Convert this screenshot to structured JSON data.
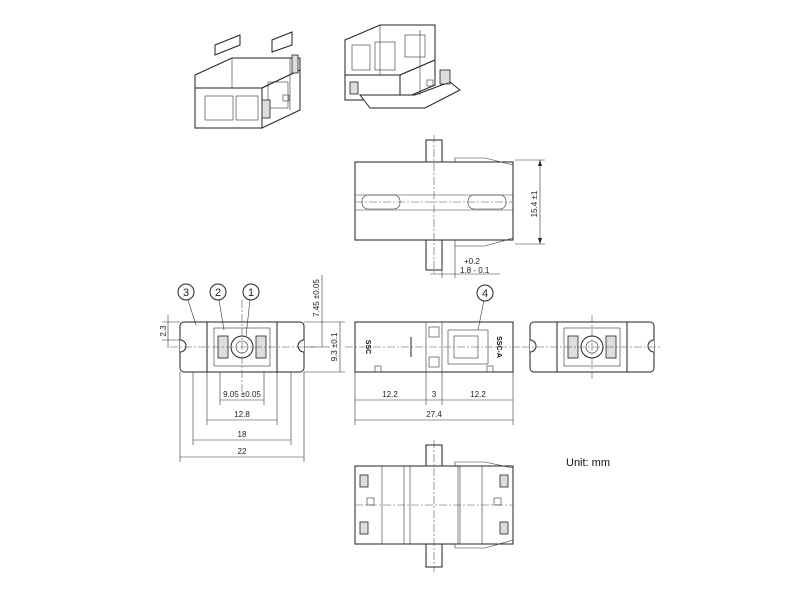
{
  "unit_note": "Unit: mm",
  "callouts": [
    "1",
    "2",
    "3",
    "4"
  ],
  "dimensions": {
    "height_side": "15.4 ±1",
    "tol_upper": "+0.2",
    "tol_value": "1.8 - 0.1",
    "slot_depth": "2.3",
    "flange_offset": "7.45 ±0.05",
    "height_front": "9.3 ±0.1",
    "bore_spacing": "9.05 ±0.05",
    "body_width": "12.8",
    "flange_inner": "18",
    "flange_width": "22",
    "half_left": "12.2",
    "center_gap": "3",
    "half_right": "12.2",
    "total_length": "27.4"
  },
  "markings": {
    "left_label": "SSC",
    "right_label": "SSC-A"
  },
  "views": [
    "isometric-left",
    "isometric-right",
    "side-view",
    "front-view",
    "top-view",
    "back-view",
    "bottom-view"
  ]
}
